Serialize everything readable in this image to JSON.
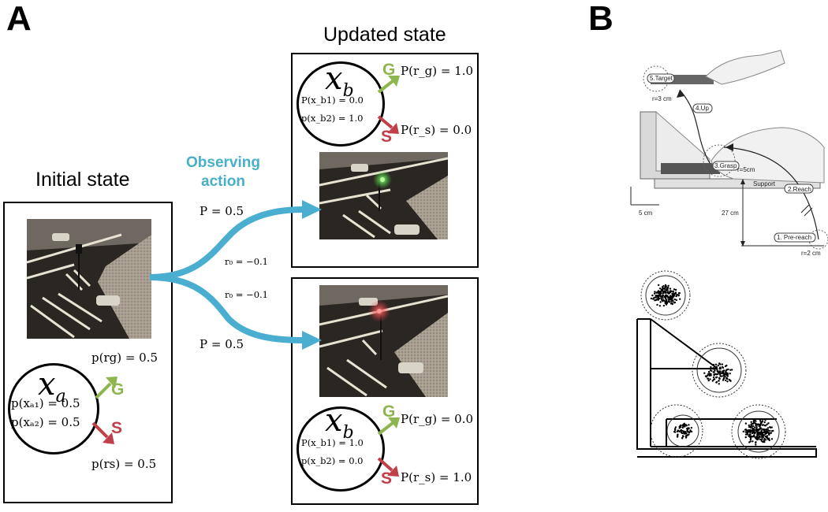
{
  "panel_a": {
    "letter": "A",
    "initial_heading": "Initial state",
    "updated_heading": "Updated state",
    "action_label_line1": "Observing",
    "action_label_line2": "action",
    "p_top": "P = 0.5",
    "p_bottom": "P = 0.5",
    "r_top": "r₀ = −0.1",
    "r_bottom": "r₀ = −0.1",
    "colors": {
      "arrow": "#4aaed0",
      "green": "#8db64e",
      "red": "#c0404a",
      "highlight_green": "#41d93d",
      "highlight_red": "#e0353a"
    },
    "initial": {
      "state": "x",
      "state_sub": "a",
      "p_rg": "p(rg) = 0.5",
      "p_x1": "p(xₐ₁) = 0.5",
      "p_x2": "p(xₐ₂) = 0.5",
      "p_rs": "p(rs) = 0.5",
      "g": "G",
      "s": "S"
    },
    "updated_top": {
      "state": "x",
      "state_sub": "b",
      "p_rg": "P(r_g) = 1.0",
      "p_x1": "P(x_b1) = 0.0",
      "p_x2": "p(x_b2) = 1.0",
      "p_rs": "P(r_s) = 0.0",
      "g": "G",
      "s": "S"
    },
    "updated_bottom": {
      "state": "x",
      "state_sub": "b",
      "p_rg": "P(r_g) = 0.0",
      "p_x1": "P(x_b1) = 1.0",
      "p_x2": "p(x_b2) = 0.0",
      "p_rs": "P(r_s) = 1.0",
      "g": "G",
      "s": "S"
    }
  },
  "panel_b": {
    "letter": "B",
    "labels": {
      "target": "5.Target",
      "r3": "r=3 cm",
      "up": "4.Up",
      "grasp": "3.Grasp",
      "r5": "r=5cm",
      "support": "Support",
      "reach": "2.Reach",
      "scale": "5 cm",
      "dist": "27 cm",
      "prereach": "1. Pre-reach",
      "r2": "r=2 cm"
    }
  }
}
